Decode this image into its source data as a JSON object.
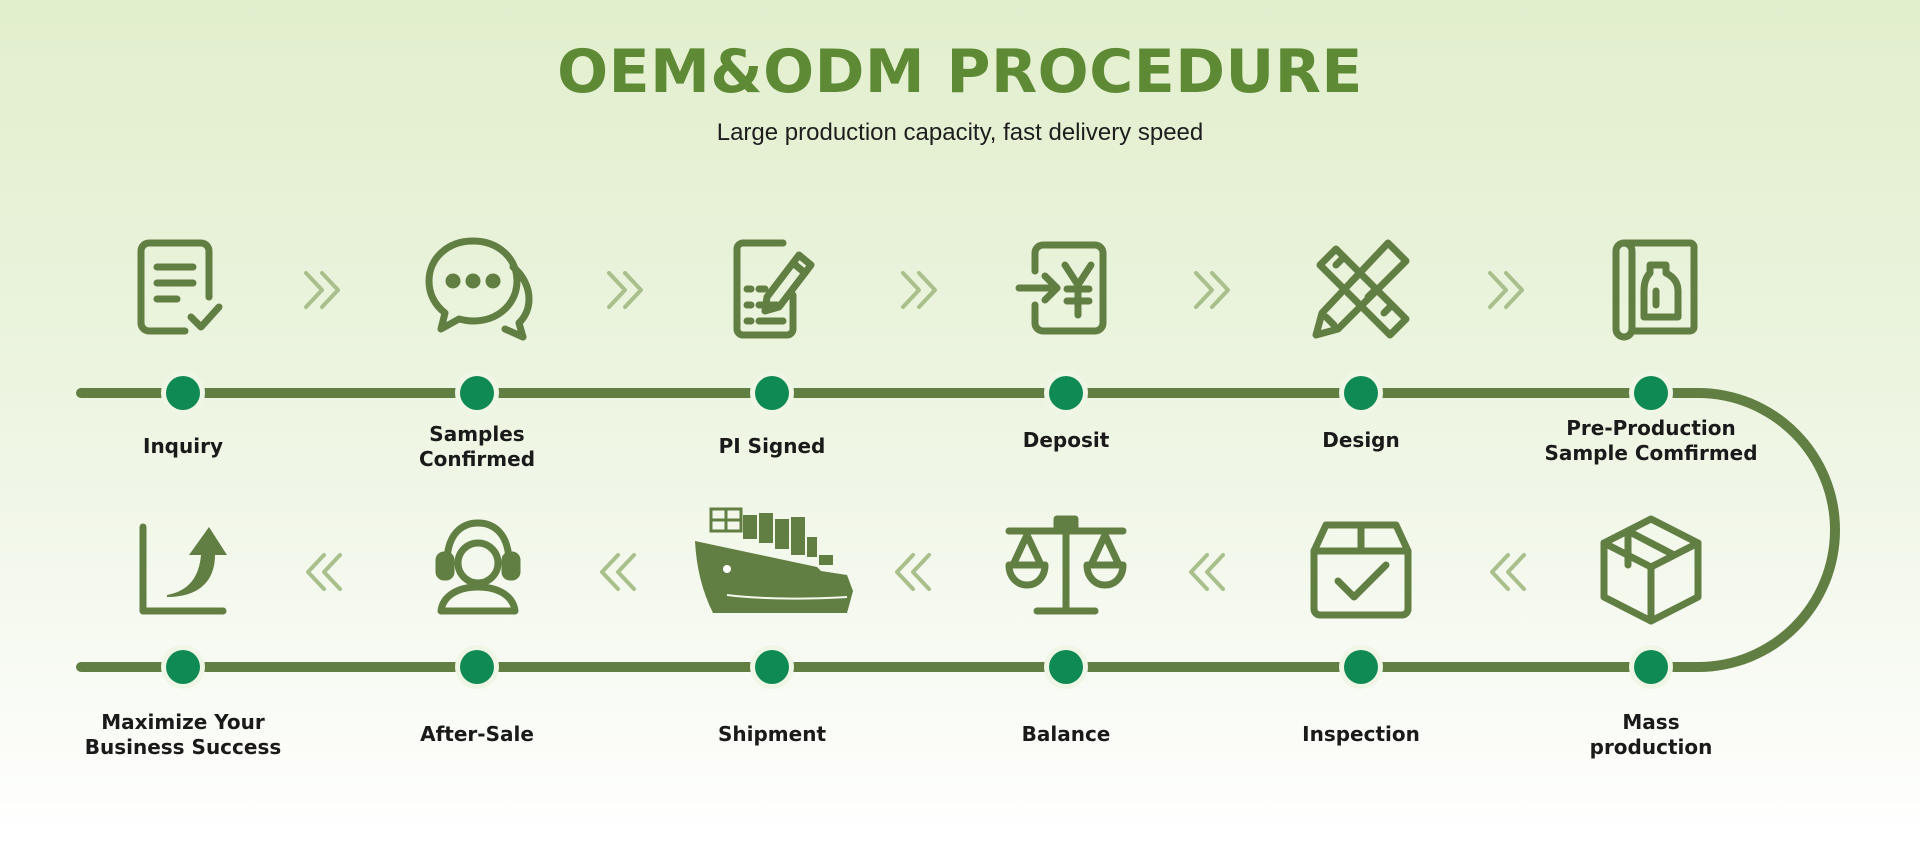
{
  "title": "OEM&ODM PROCEDURE",
  "subtitle": "Large production capacity, fast delivery speed",
  "top_row": [
    {
      "label": "Inquiry",
      "icon": "inquiry-document-icon"
    },
    {
      "label": "Samples Confirmed",
      "icon": "chat-bubbles-icon"
    },
    {
      "label": "PI Signed",
      "icon": "signed-document-icon"
    },
    {
      "label": "Deposit",
      "icon": "yen-deposit-icon"
    },
    {
      "label": "Design",
      "icon": "pencil-ruler-icon"
    },
    {
      "label": "Pre-Production Sample Comfirmed",
      "icon": "sample-bottle-icon"
    }
  ],
  "bottom_row": [
    {
      "label": "Maximize Your Business Success",
      "icon": "growth-arrow-icon"
    },
    {
      "label": "After-Sale",
      "icon": "headset-support-icon"
    },
    {
      "label": "Shipment",
      "icon": "cargo-ship-icon"
    },
    {
      "label": "Balance",
      "icon": "balance-scale-icon"
    },
    {
      "label": "Inspection",
      "icon": "checked-box-icon"
    },
    {
      "label": "Mass production",
      "icon": "package-box-icon"
    }
  ],
  "colors": {
    "title": "#5e8a36",
    "track": "#627f43",
    "node": "#0f8a55",
    "icon": "#627f43",
    "chevron": "#a9c08c"
  }
}
